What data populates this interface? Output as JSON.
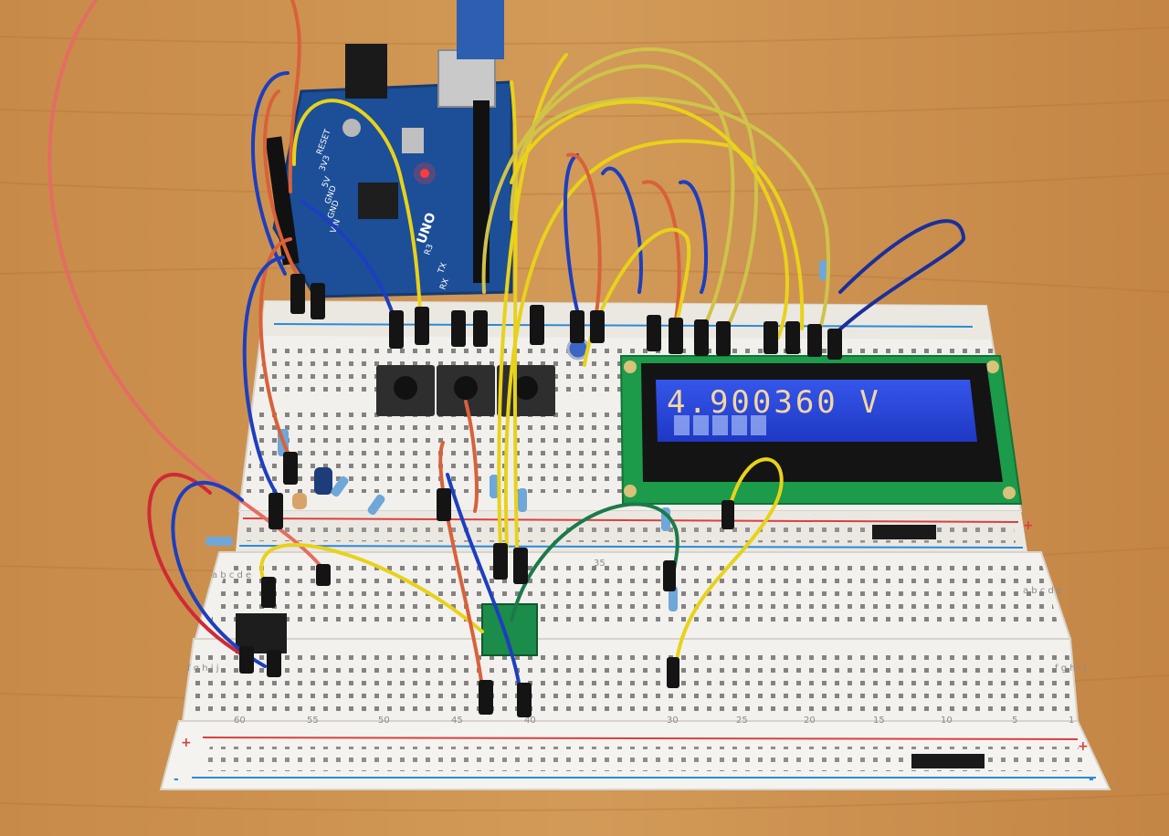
{
  "lcd": {
    "line1": "4.900360 V"
  },
  "arduino": {
    "model": "UNO",
    "revision": "R3",
    "pin_labels": [
      "3V3",
      "5V",
      "GND",
      "GND",
      "VIN",
      "RESET",
      "TX",
      "RX"
    ]
  },
  "breadboard": {
    "row_letters_top": "a b c d e",
    "row_letters_bottom": "f g h i j",
    "column_numbers": [
      "60",
      "55",
      "50",
      "45",
      "40",
      "35",
      "30",
      "25",
      "20",
      "15",
      "10",
      "5",
      "1"
    ]
  },
  "colors": {
    "lcd_backlight": "#2a46d8",
    "lcd_pcb": "#1c9b4a",
    "arduino_pcb": "#1c4f97",
    "wire_yellow": "#e8d21a",
    "wire_blue": "#1d3fbf",
    "wire_red": "#d0423a",
    "wire_green": "#1c7a4a",
    "rail_red": "#d94040",
    "rail_blue": "#2c8ad6"
  }
}
